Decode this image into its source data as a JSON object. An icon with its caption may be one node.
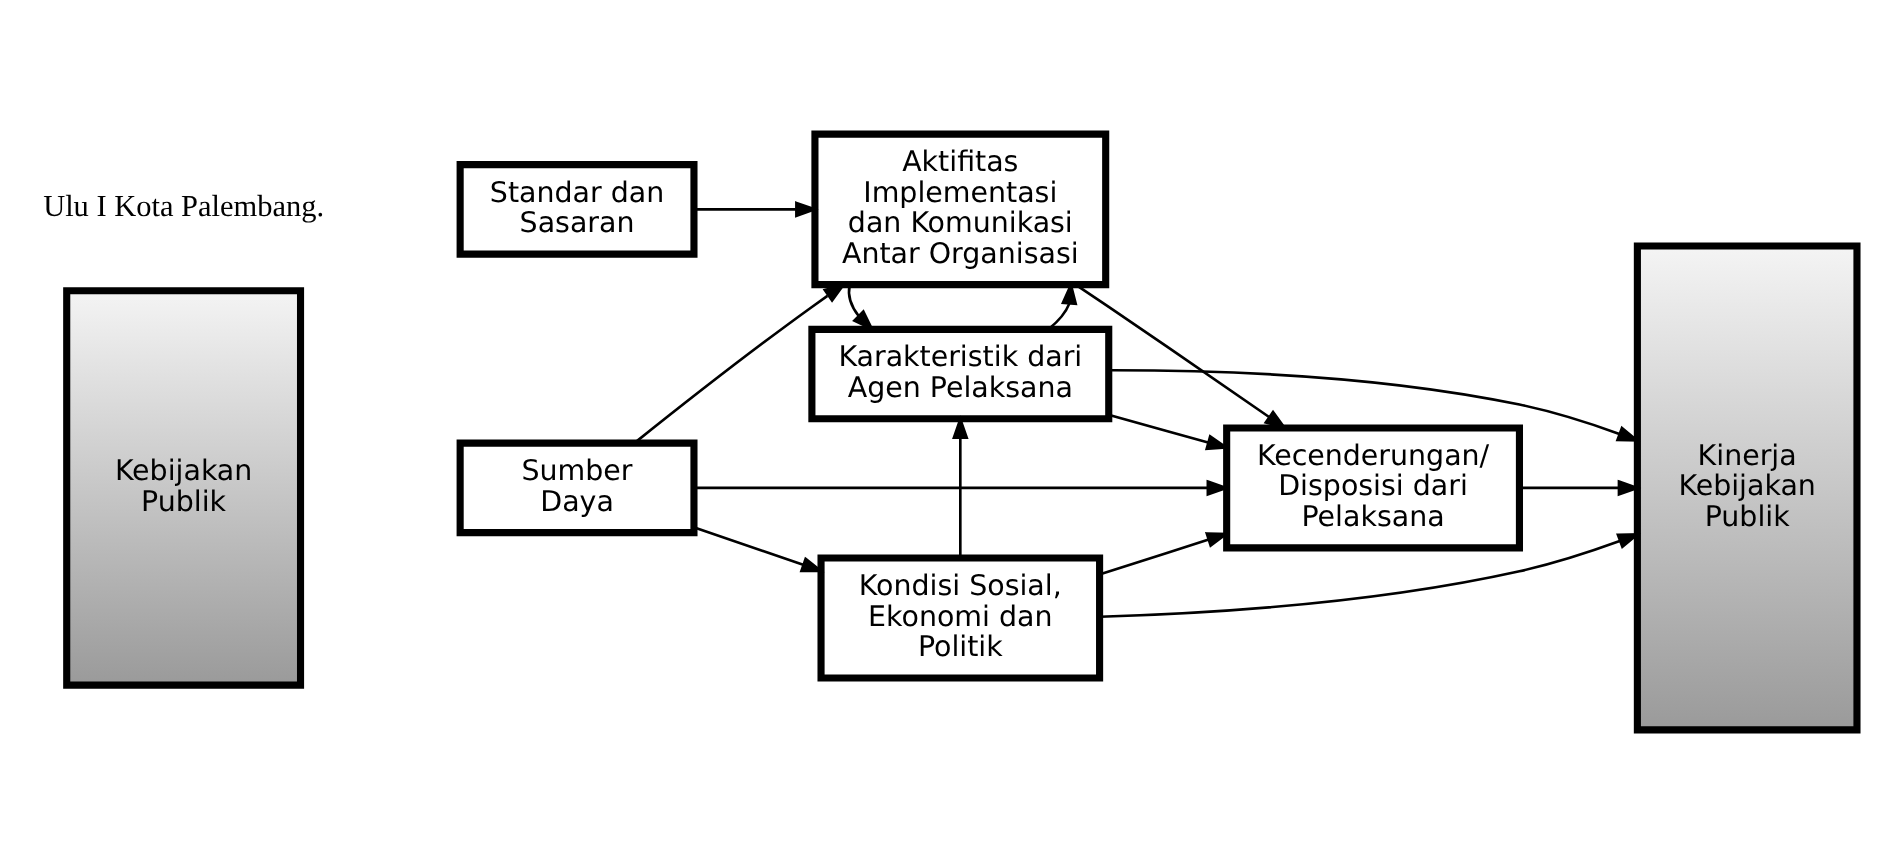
{
  "diagram": {
    "nodes": [
      {
        "text": [
          "Kebijakan Publik"
        ]
      },
      {
        "text": [
          "Standar dan Sasaran"
        ]
      },
      {
        "text": [
          "Sumber Daya"
        ]
      },
      {
        "text": [
          "Aktifitas Implementasi dan Komunikasi Antar Organisasi"
        ]
      },
      {
        "text": [
          "Karakteristik dari Agen Pelaksana"
        ]
      },
      {
        "text": [
          "Kondisi Sosial, Ekonomi dan Politik"
        ]
      },
      {
        "text": [
          "Kecenderungan/ Disposisi dari Pelaksana"
        ]
      },
      {
        "text": [
          "Kinerja Kebijakan Publik"
        ]
      }
    ],
    "edges": [
      {
        "from": 1,
        "to": 3,
        "arrow": "to"
      },
      {
        "from": 2,
        "to": 3,
        "arrow": "to"
      },
      {
        "from": 4,
        "to": 3,
        "arrow": "to"
      },
      {
        "from": 3,
        "to": 4,
        "arrow": "to"
      },
      {
        "from": 3,
        "to": 6,
        "arrow": "to"
      },
      {
        "from": 4,
        "to": 6,
        "arrow": "to"
      },
      {
        "from": 2,
        "to": 6,
        "arrow": "to"
      },
      {
        "from": 2,
        "to": 5,
        "arrow": "to"
      },
      {
        "from": 5,
        "to": 6,
        "arrow": "to"
      },
      {
        "from": 5,
        "to": 4,
        "arrow": "to"
      },
      {
        "from": 4,
        "to": 7,
        "arrow": "to"
      },
      {
        "from": 6,
        "to": 7,
        "arrow": "to"
      },
      {
        "from": 5,
        "to": 7,
        "arrow": "to"
      }
    ],
    "labels": [
      "Ulu I Kota Palembang."
    ]
  }
}
